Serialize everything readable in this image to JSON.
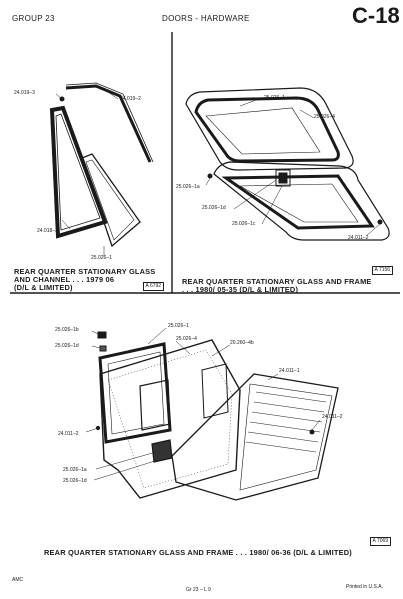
{
  "header": {
    "group": "GROUP 23",
    "section": "DOORS - HARDWARE",
    "page_code": "C-18"
  },
  "panels": [
    {
      "id": "panel-1",
      "caption_line1": "REAR QUARTER STATIONARY GLASS",
      "caption_line2": "AND CHANNEL . . . 1979 06",
      "caption_line3": "(D/L & LIMITED)",
      "ref": "A 6792",
      "callouts": [
        "24.019–3",
        "24.019–2",
        "24.018–2",
        "25.026–1"
      ]
    },
    {
      "id": "panel-2",
      "caption_line1": "REAR QUARTER STATIONARY GLASS AND FRAME",
      "caption_line2": ". . . 1980/ 05-35 (D/L & LIMITED)",
      "ref": "A 7156",
      "callouts": [
        "25.026–1",
        "25.026–4",
        "25.026–1a",
        "25.026–1d",
        "25.026–1c",
        "24.011–2"
      ]
    },
    {
      "id": "panel-3",
      "caption": "REAR QUARTER STATIONARY GLASS AND FRAME . . . 1980/ 06-36 (D/L & LIMITED)",
      "ref": "A 7069",
      "callouts": [
        "25.026–1b",
        "25.026–1d",
        "25.026–1",
        "25.026–4",
        "20.260–4b",
        "24.011–1",
        "24.011–2",
        "24.011–2",
        "25.026–1a",
        "25.026–1d"
      ]
    }
  ],
  "footer": {
    "left": "AMC",
    "center": "Gr 23 – L 9",
    "right": "Printed in U.S.A."
  }
}
